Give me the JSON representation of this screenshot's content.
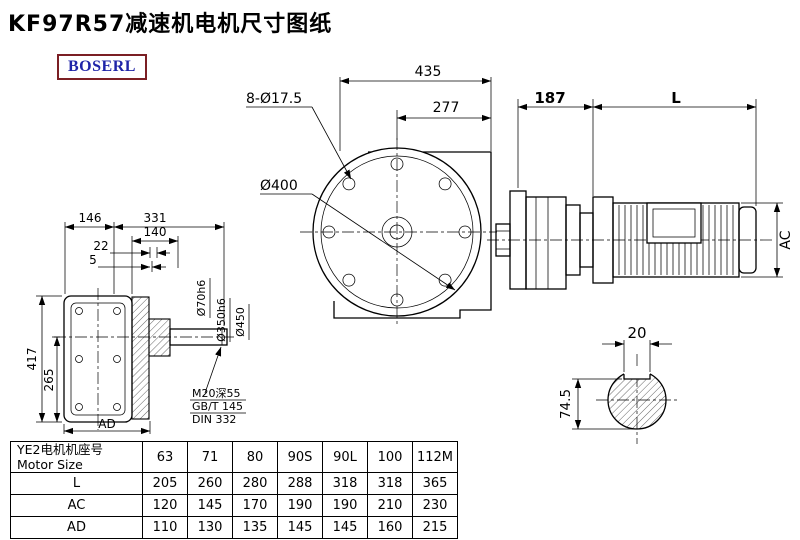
{
  "page": {
    "title": "KF97R57减速机电机尺寸图纸",
    "logo": "BOSERL"
  },
  "dims": {
    "overall_width": "435",
    "bolt_holes": "8-Ø17.5",
    "hole_offset": "277",
    "stage_length": "187",
    "motor_length": "L",
    "flange_dia": "Ø400",
    "motor_dia": "AC",
    "d146": "146",
    "d331": "331",
    "d140": "140",
    "d22": "22",
    "d5": "5",
    "d417": "417",
    "d265": "265",
    "dAD": "AD",
    "shaft_dia": "Ø70h6",
    "spigot_dia": "Ø350h6",
    "flange_od": "Ø450",
    "tap_note1": "M20深55",
    "tap_note2": "GB/T 145",
    "tap_note3": "DIN 332",
    "key_width": "20",
    "key_depth": "74.5"
  },
  "table": {
    "label_cn": "YE2电机机座号",
    "label_en": "Motor Size",
    "sizes": [
      "63",
      "71",
      "80",
      "90S",
      "90L",
      "100",
      "112M"
    ],
    "rows": [
      {
        "label": "L",
        "values": [
          "205",
          "260",
          "280",
          "288",
          "318",
          "318",
          "365"
        ]
      },
      {
        "label": "AC",
        "values": [
          "120",
          "145",
          "170",
          "190",
          "190",
          "210",
          "230"
        ]
      },
      {
        "label": "AD",
        "values": [
          "110",
          "130",
          "135",
          "145",
          "145",
          "160",
          "215"
        ]
      }
    ]
  }
}
